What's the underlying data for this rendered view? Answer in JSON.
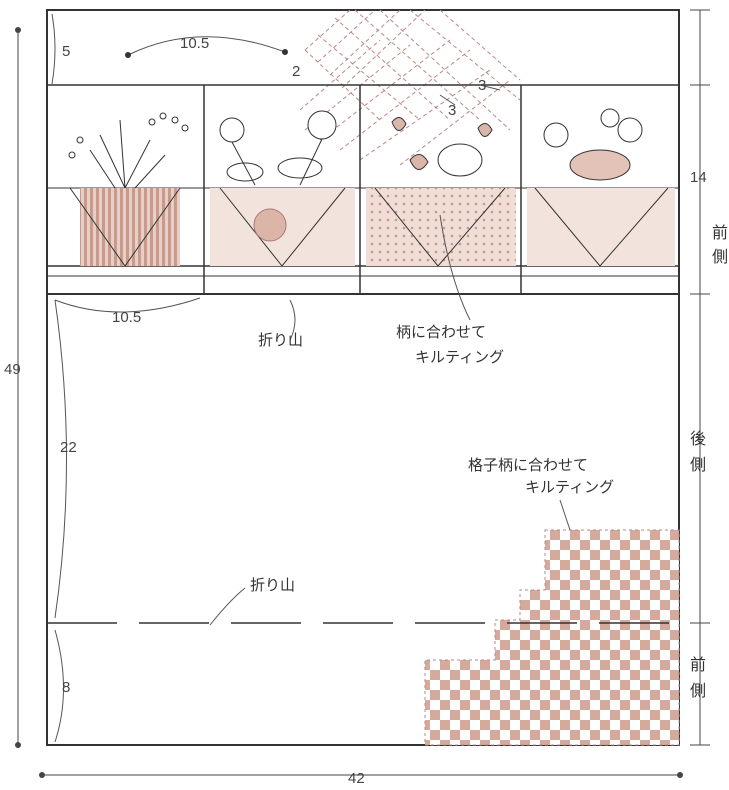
{
  "dimensions": {
    "top_band": "5",
    "panel_width_top": "10.5",
    "seam_2": "2",
    "grid_3_a": "3",
    "grid_3_b": "3",
    "panel_width_bottom": "10.5",
    "total_height": "49",
    "block_height": "14",
    "back_height": "22",
    "bottom_front": "8",
    "total_width": "42"
  },
  "labels": {
    "fold_1": "折り山",
    "fold_2": "折り山",
    "quilt_pattern_1": "柄に合わせて",
    "quilt_pattern_2": "キルティング",
    "quilt_check_1": "格子柄に合わせて",
    "quilt_check_2": "キルティング"
  },
  "side_labels": {
    "front_top": [
      "前",
      "側"
    ],
    "back": [
      "後",
      "側"
    ],
    "front_bottom": [
      "前",
      "側"
    ]
  },
  "colors": {
    "ink": "#333333",
    "fabric_rust": "#c89a8a",
    "fabric_light": "#e6cbc2",
    "fabric_pale": "#f2e2dc"
  }
}
